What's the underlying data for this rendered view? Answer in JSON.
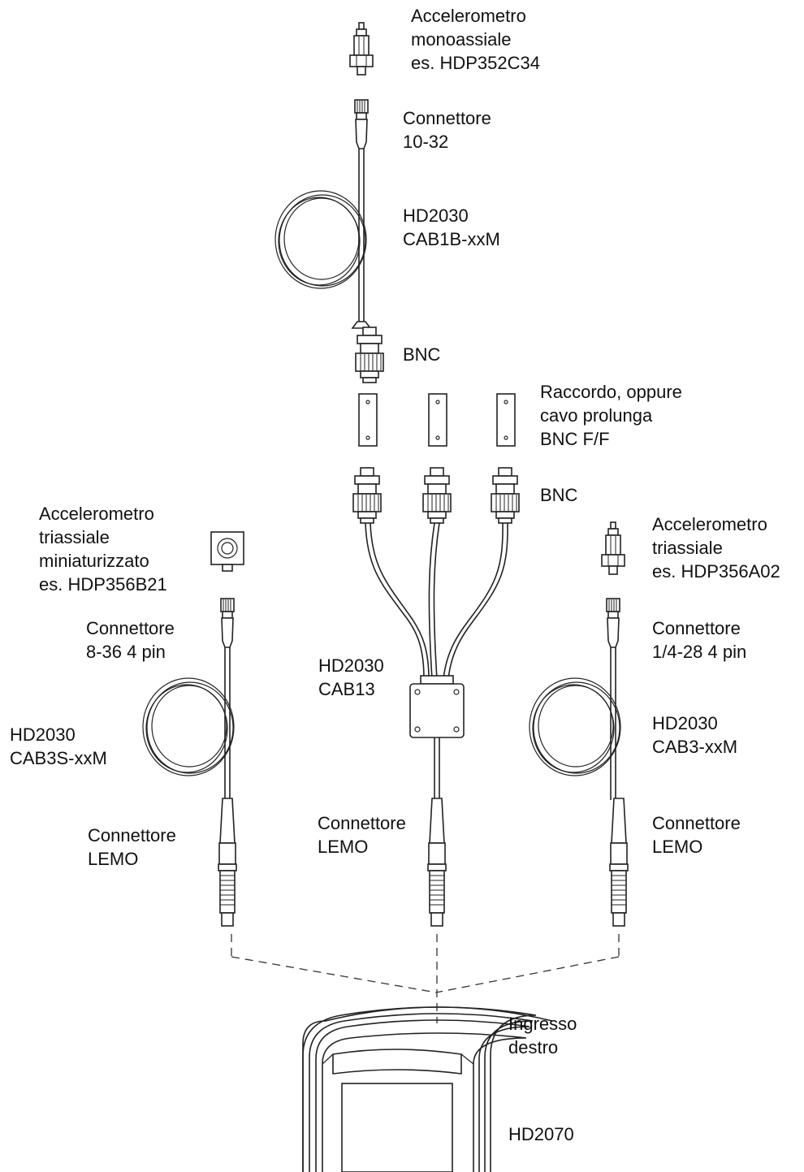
{
  "labels": {
    "accel_mono": [
      "Accelerometro",
      "monoassiale",
      "es. HDP352C34"
    ],
    "conn_1032": [
      "Connettore",
      "10-32"
    ],
    "cab1b": [
      "HD2030",
      "CAB1B-xxM"
    ],
    "bnc_top": [
      "BNC"
    ],
    "raccordo": [
      "Raccordo, oppure",
      "cavo prolunga",
      "BNC F/F"
    ],
    "bnc_triple": [
      "BNC"
    ],
    "accel_mini": [
      "Accelerometro",
      "triassiale",
      "miniaturizzato",
      "es. HDP356B21"
    ],
    "accel_tri": [
      "Accelerometro",
      "triassiale",
      "es. HDP356A02"
    ],
    "conn_836": [
      "Connettore",
      "8-36 4 pin"
    ],
    "conn_1428": [
      "Connettore",
      "1/4-28 4 pin"
    ],
    "cab13": [
      "HD2030",
      "CAB13"
    ],
    "cab3s": [
      "HD2030",
      "CAB3S-xxM"
    ],
    "cab3": [
      "HD2030",
      "CAB3-xxM"
    ],
    "lemo_left": [
      "Connettore",
      "LEMO"
    ],
    "lemo_center": [
      "Connettore",
      "LEMO"
    ],
    "lemo_right": [
      "Connettore",
      "LEMO"
    ],
    "ingresso": [
      "Ingresso",
      "destro"
    ],
    "hd2070": [
      "HD2070"
    ]
  }
}
